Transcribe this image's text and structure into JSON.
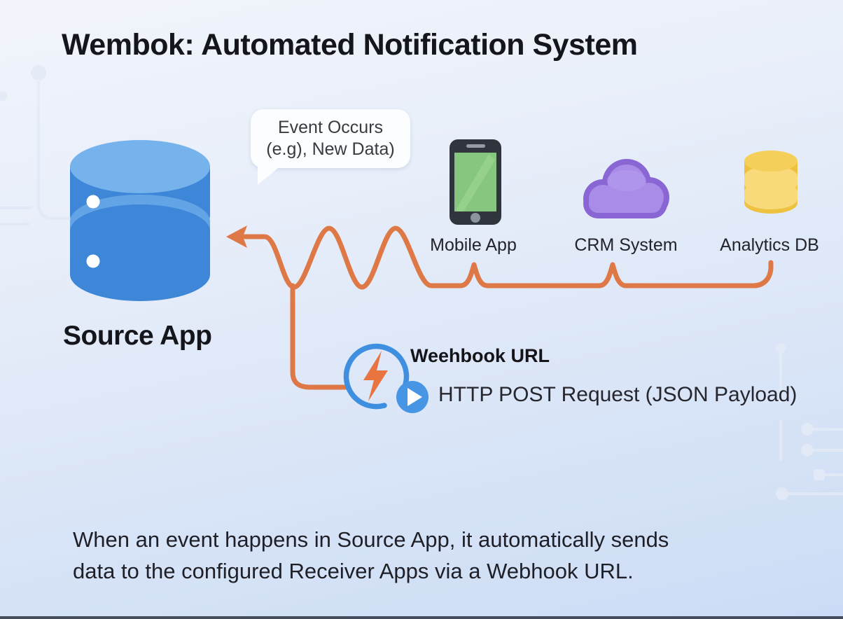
{
  "title": "Wembok: Automated Notification System",
  "event_bubble": {
    "line1": "Event Occurs",
    "line2": "(e.g), New Data)"
  },
  "source_app": {
    "label": "Source App"
  },
  "receivers": [
    {
      "label": "Mobile App",
      "icon": "smartphone-icon"
    },
    {
      "label": "CRM System",
      "icon": "cloud-icon"
    },
    {
      "label": "Analytics DB",
      "icon": "database-icon"
    }
  ],
  "webhook": {
    "title": "Weehbook URL",
    "subtitle": "HTTP POST Request (JSON Payload)",
    "icon": "lightning-circle-icon",
    "secondary_icon": "play-button-icon"
  },
  "caption": {
    "line1": "When an event happens in Source App, it automatically sends",
    "line2": "data to the configured Receiver Apps via a Webhook URL."
  },
  "colors": {
    "flow_orange": "#df7847",
    "source_blue": "#3e86d8",
    "source_blue_top": "#76b2ec",
    "crm_purple": "#8a66d4",
    "crm_purple_inner": "#a98ce8",
    "analytics_yellow": "#eec23f",
    "phone_screen_green": "#87c67e",
    "webhook_ring_blue": "#3f8fe0",
    "play_blue": "#4796e6",
    "bubble_white": "#fcfdfe",
    "text_dark": "#15161b"
  }
}
